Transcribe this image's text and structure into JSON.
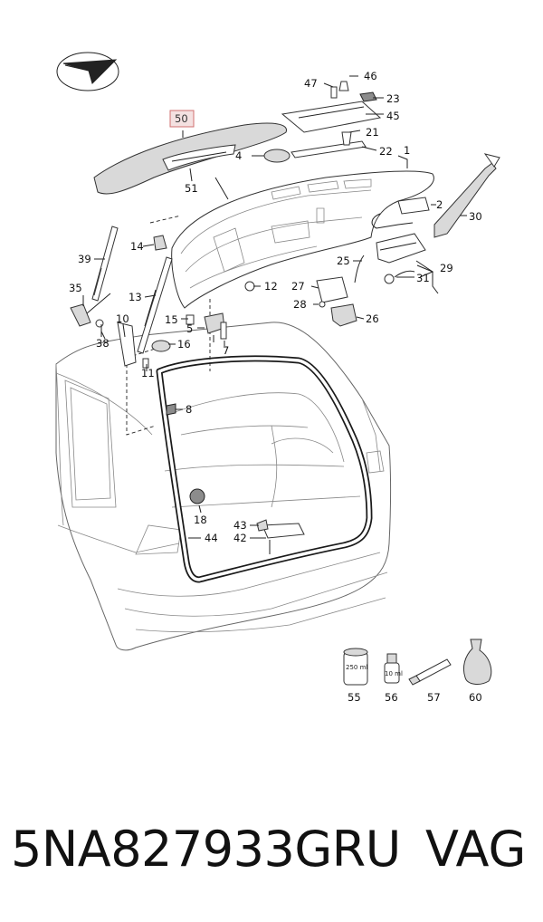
{
  "callouts": [
    {
      "id": "c46",
      "label": "46"
    },
    {
      "id": "c47",
      "label": "47"
    },
    {
      "id": "c23",
      "label": "23"
    },
    {
      "id": "c45",
      "label": "45"
    },
    {
      "id": "c50",
      "label": "50",
      "highlight": true
    },
    {
      "id": "c21",
      "label": "21"
    },
    {
      "id": "c1",
      "label": "1"
    },
    {
      "id": "c22",
      "label": "22"
    },
    {
      "id": "c4",
      "label": "4"
    },
    {
      "id": "c51",
      "label": "51"
    },
    {
      "id": "c2",
      "label": "2"
    },
    {
      "id": "c30",
      "label": "30"
    },
    {
      "id": "c14",
      "label": "14"
    },
    {
      "id": "c39",
      "label": "39"
    },
    {
      "id": "c25",
      "label": "25"
    },
    {
      "id": "c29",
      "label": "29"
    },
    {
      "id": "c12",
      "label": "12"
    },
    {
      "id": "c27",
      "label": "27"
    },
    {
      "id": "c31",
      "label": "31"
    },
    {
      "id": "c35",
      "label": "35"
    },
    {
      "id": "c13",
      "label": "13"
    },
    {
      "id": "c28",
      "label": "28"
    },
    {
      "id": "c15",
      "label": "15"
    },
    {
      "id": "c26",
      "label": "26"
    },
    {
      "id": "c10",
      "label": "10"
    },
    {
      "id": "c5",
      "label": "5"
    },
    {
      "id": "c16",
      "label": "16"
    },
    {
      "id": "c38",
      "label": "38"
    },
    {
      "id": "c7",
      "label": "7"
    },
    {
      "id": "c11",
      "label": "11"
    },
    {
      "id": "c8",
      "label": "8"
    },
    {
      "id": "c18",
      "label": "18"
    },
    {
      "id": "c43",
      "label": "43"
    },
    {
      "id": "c42",
      "label": "42"
    },
    {
      "id": "c44",
      "label": "44"
    },
    {
      "id": "c55",
      "label": "55"
    },
    {
      "id": "c56",
      "label": "56"
    },
    {
      "id": "c57",
      "label": "57"
    },
    {
      "id": "c60",
      "label": "60"
    }
  ],
  "bottle_labels": {
    "bottle_55": "250 ml",
    "bottle_56": "10 ml"
  },
  "caption": {
    "part_number": "5NA827933GRU",
    "brand": "VAG"
  },
  "colors": {
    "highlight_box": "#d07070",
    "line": "#222222"
  }
}
